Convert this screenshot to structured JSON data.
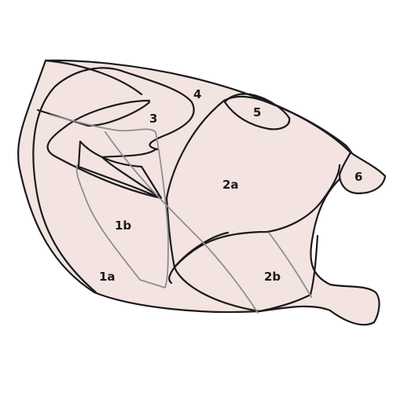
{
  "diagram": {
    "colors": {
      "fill": "#f3e4e2",
      "outline": "#1a1a1a",
      "bone": "#8e8e8e"
    },
    "regions": [
      {
        "id": "1a",
        "label": "1a"
      },
      {
        "id": "1b",
        "label": "1b"
      },
      {
        "id": "2a",
        "label": "2a"
      },
      {
        "id": "2b",
        "label": "2b"
      },
      {
        "id": "3",
        "label": "3"
      },
      {
        "id": "4",
        "label": "4"
      },
      {
        "id": "5",
        "label": "5"
      },
      {
        "id": "6",
        "label": "6"
      }
    ]
  }
}
